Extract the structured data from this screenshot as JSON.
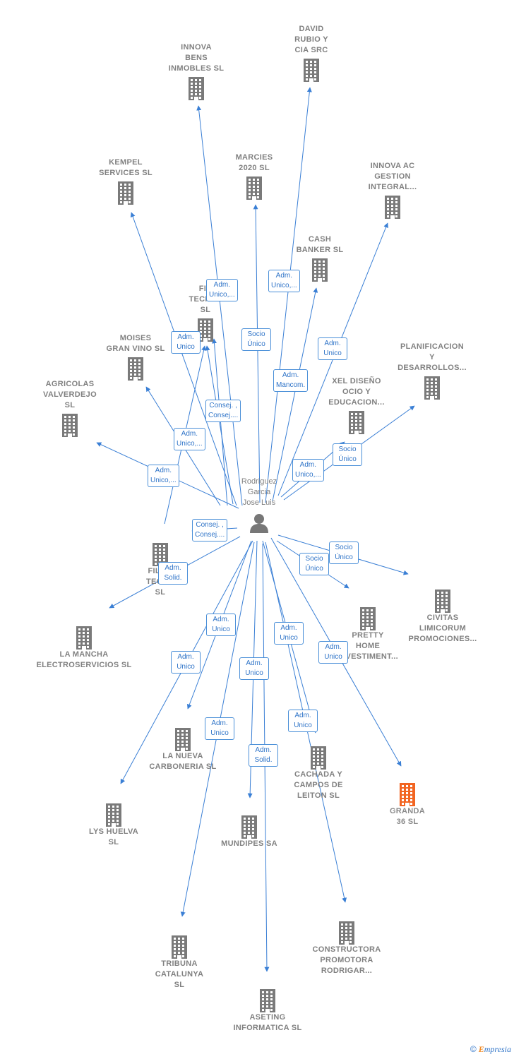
{
  "center": {
    "name": "Rodriguez\nGarcia\nJose Luis"
  },
  "colors": {
    "edge": "#3a7fd5",
    "company": "#7a7a7a",
    "highlight": "#f26522",
    "person": "#777777"
  },
  "companies": [
    {
      "id": "innova_bens",
      "label": "INNOVA\nBENS\nINMOBLES  SL"
    },
    {
      "id": "david_rubio",
      "label": "DAVID\nRUBIO Y\nCIA SRC"
    },
    {
      "id": "kempel",
      "label": "KEMPEL\nSERVICES SL"
    },
    {
      "id": "marcies",
      "label": "MARCIES\n2020  SL"
    },
    {
      "id": "innova_ac",
      "label": "INNOVA AC\nGESTION\nINTEGRAL..."
    },
    {
      "id": "cash_banker",
      "label": "CASH\nBANKER  SL"
    },
    {
      "id": "fic_tecno",
      "label": "FIC\nTECNOL\nSL"
    },
    {
      "id": "moises",
      "label": "MOISES\nGRAN VINO  SL"
    },
    {
      "id": "planificacion",
      "label": "PLANIFICACION\nY\nDESARROLLOS..."
    },
    {
      "id": "agricolas",
      "label": "AGRICOLAS\nVALVERDEJO\nSL"
    },
    {
      "id": "xel",
      "label": "XEL DISEÑO\nOCIO Y\nEDUCACION..."
    },
    {
      "id": "filam",
      "label": "FILAM\nTECNO\nSL"
    },
    {
      "id": "civitas",
      "label": "CIVITAS\nLIMICORUM\nPROMOCIONES..."
    },
    {
      "id": "pretty",
      "label": "PRETTY\nHOME\nINVESTIMENT..."
    },
    {
      "id": "la_mancha",
      "label": "LA MANCHA\nELECTROSERVICIOS SL"
    },
    {
      "id": "nueva_carb",
      "label": "LA NUEVA\nCARBONERIA SL"
    },
    {
      "id": "cachada",
      "label": "CACHADA Y\nCAMPOS DE\nLEITON  SL"
    },
    {
      "id": "granda",
      "label": "GRANDA\n36  SL",
      "highlight": true
    },
    {
      "id": "lys",
      "label": "LYS HUELVA\nSL"
    },
    {
      "id": "mundipes",
      "label": "MUNDIPES SA"
    },
    {
      "id": "tribuna",
      "label": "TRIBUNA\nCATALUNYA\nSL"
    },
    {
      "id": "constructora",
      "label": "CONSTRUCTORA\nPROMOTORA\nRODRIGAR..."
    },
    {
      "id": "aseting",
      "label": "ASETING\nINFORMATICA SL"
    }
  ],
  "relations": [
    {
      "id": "r_innova_bens",
      "label": "Adm.\nUnico,..."
    },
    {
      "id": "r_david",
      "label": "Adm.\nUnico,..."
    },
    {
      "id": "r_marcies",
      "label": "Socio\nÚnico"
    },
    {
      "id": "r_innova_ac",
      "label": "Adm.\nUnico"
    },
    {
      "id": "r_cash",
      "label": "Adm.\nMancom."
    },
    {
      "id": "r_kempel",
      "label": "Adm.\nUnico"
    },
    {
      "id": "r_fic",
      "label": "Consej. ,\nConsej...."
    },
    {
      "id": "r_moises",
      "label": "Adm.\nUnico,..."
    },
    {
      "id": "r_agricolas",
      "label": "Adm.\nUnico,..."
    },
    {
      "id": "r_xel",
      "label": "Adm.\nUnico,..."
    },
    {
      "id": "r_planif",
      "label": "Socio\nÚnico"
    },
    {
      "id": "r_filam_consej",
      "label": "Consej. ,\nConsej...."
    },
    {
      "id": "r_filam",
      "label": "Adm.\nSolid."
    },
    {
      "id": "r_civitas",
      "label": "Socio\nÚnico"
    },
    {
      "id": "r_pretty",
      "label": "Socio\nÚnico"
    },
    {
      "id": "r_la_mancha",
      "label": "Adm.\nUnico"
    },
    {
      "id": "r_nueva",
      "label": "Adm.\nUnico"
    },
    {
      "id": "r_mundipes",
      "label": "Adm.\nUnico"
    },
    {
      "id": "r_cachada",
      "label": "Adm.\nUnico"
    },
    {
      "id": "r_granda",
      "label": "Adm.\nUnico"
    },
    {
      "id": "r_tribuna",
      "label": "Adm.\nUnico"
    },
    {
      "id": "r_constructora",
      "label": "Adm.\nUnico"
    },
    {
      "id": "r_aseting",
      "label": "Adm.\nSolid."
    }
  ],
  "footer": {
    "copyright": "©",
    "brand_initial": "E",
    "brand_rest": "mpresia"
  }
}
